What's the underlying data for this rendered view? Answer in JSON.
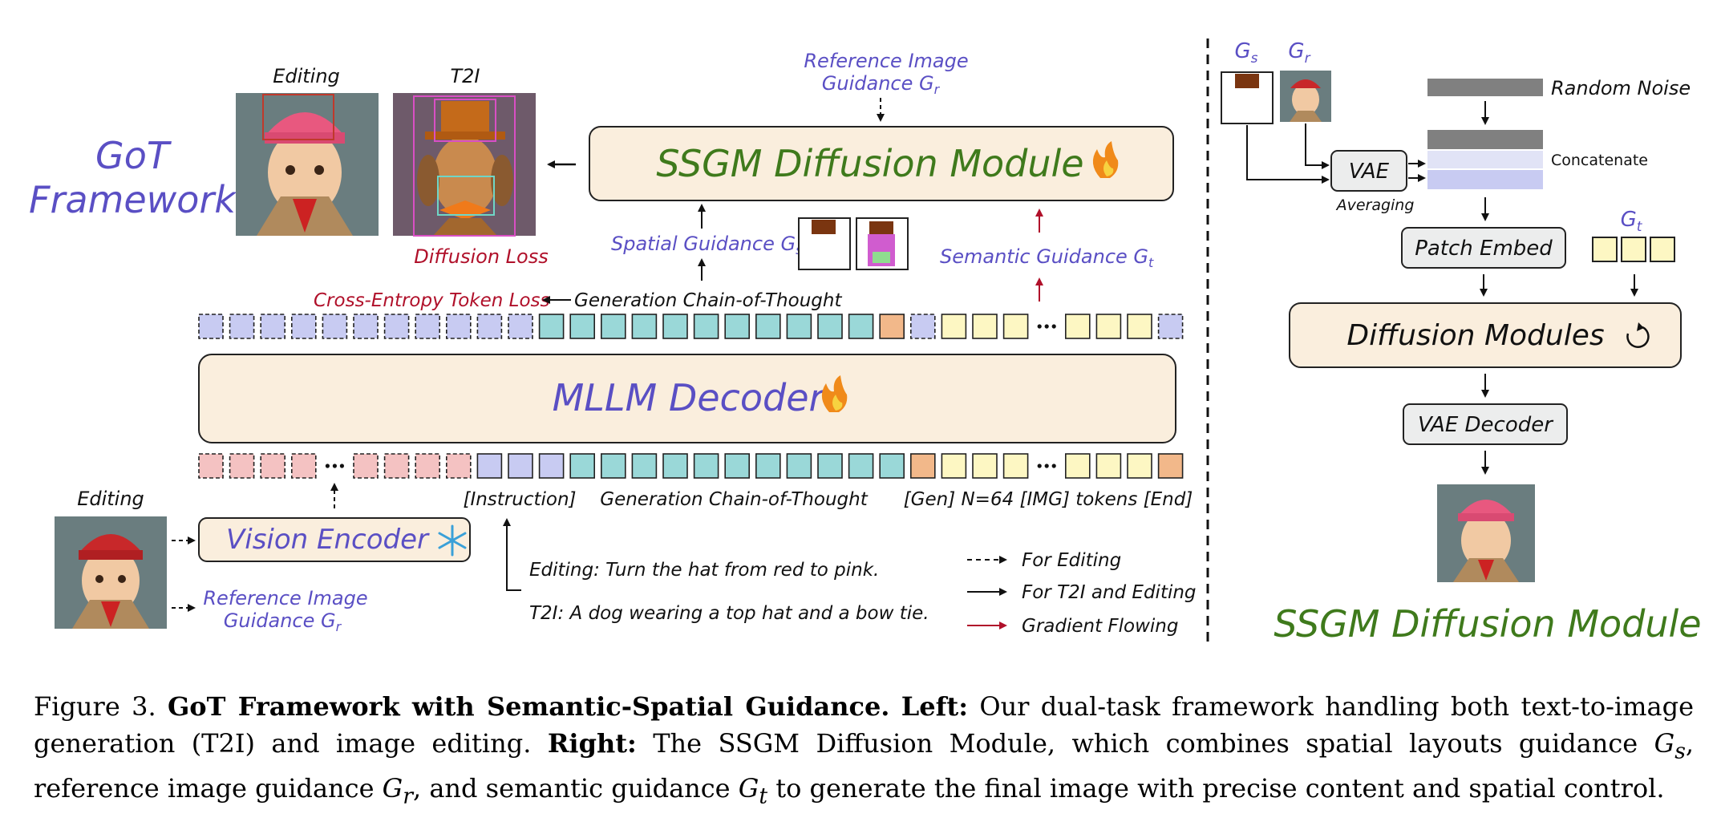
{
  "figure": {
    "framework_title_line1": "GoT",
    "framework_title_line2": "Framework",
    "editing_label_top": "Editing",
    "t2i_label_top": "T2I",
    "diffusion_loss": "Diffusion Loss",
    "ref_guidance_top_line1": "Reference Image",
    "ref_guidance_top_line2": "Guidance G",
    "ref_guidance_sub": "r",
    "ssgm_module_label": "SSGM Diffusion Module",
    "spatial_guidance": "Spatial Guidance G",
    "spatial_sub": "s",
    "semantic_guidance": "Semantic Guidance G",
    "semantic_sub": "t",
    "ce_loss": "Cross-Entropy Token Loss",
    "gen_cot_top": "Generation Chain-of-Thought",
    "mllm_decoder": "MLLM Decoder",
    "editing_label_bottom": "Editing",
    "vision_encoder": "Vision Encoder",
    "ref_guidance_bottom_line1": "Reference Image",
    "ref_guidance_bottom_line2": "Guidance G",
    "instruction_token": "[Instruction]",
    "gen_cot_bottom": "Generation Chain-of-Thought",
    "gen_tokens": "[Gen] N=64 [IMG] tokens [End]",
    "editing_prompt": "Editing: Turn the hat from red to pink.",
    "t2i_prompt": "T2I: A dog wearing a top hat and a bow tie.",
    "legend_editing": "For Editing",
    "legend_t2i_editing": "For T2I and Editing",
    "legend_gradient": "Gradient Flowing",
    "right_gs": "G",
    "right_gs_sub": "s",
    "right_gr": "G",
    "right_gr_sub": "r",
    "random_noise": "Random Noise",
    "vae": "VAE",
    "concatenate": "Concatenate",
    "averaging": "Averaging",
    "patch_embed": "Patch Embed",
    "right_gt": "G",
    "right_gt_sub": "t",
    "diffusion_modules": "Diffusion Modules",
    "vae_decoder": "VAE Decoder",
    "ssgm_title_right": "SSGM Diffusion Module"
  },
  "caption": {
    "prefix": "Figure 3.",
    "bold_title": "GoT Framework with Semantic-Spatial Guidance.",
    "left_label": "Left:",
    "left_text": "Our dual-task framework handling both text-to-image generation (T2I) and image editing.",
    "right_label": "Right:",
    "right_text_1": "The SSGM Diffusion Module, which combines spatial layouts guidance",
    "gs": "G",
    "gs_sub": "s",
    "right_text_2": ", reference image guidance",
    "gr": "G",
    "gr_sub": "r",
    "right_text_3": ", and semantic guidance",
    "gt": "G",
    "gt_sub": "t",
    "right_text_4": "to generate the final image with precise content and spatial control."
  },
  "colors": {
    "purple": "#5a4fc4",
    "green": "#3f7a1c",
    "crimson": "#b0102a",
    "module_fill": "#faeedd",
    "teal": "#9ad8d8",
    "lavender": "#c8cbf2",
    "pink": "#f4c2c2",
    "yellow": "#fdf7c3",
    "orange": "#f2b88a"
  }
}
